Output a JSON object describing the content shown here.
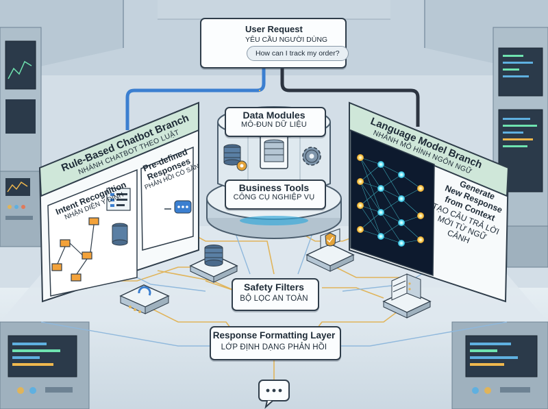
{
  "user_request": {
    "title": "User Request",
    "subtitle": "YÊU CẦU NGƯỜI DÙNG",
    "query": "How can I track my order?"
  },
  "rule_branch": {
    "title": "Rule-Based Chatbot Branch",
    "subtitle": "NHÁNH CHATBOT THEO LUẬT",
    "intent": {
      "title": "Intent Recognition",
      "subtitle": "NHẬN DIỆN Ý ĐỊNH"
    },
    "responses": {
      "line1": "Pre-defined",
      "line2": "Responses",
      "subtitle": "PHẢN HỒI CÓ SẴN"
    }
  },
  "data_modules": {
    "title": "Data Modules",
    "subtitle": "MÔ-ĐUN DỮ LIỆU"
  },
  "business_tools": {
    "title": "Business Tools",
    "subtitle": "CÔNG CỤ NGHIỆP VỤ"
  },
  "lm_branch": {
    "title": "Language Model Branch",
    "subtitle": "NHÁNH MÔ HÌNH NGÔN NGỮ",
    "generate": {
      "line1": "Generate",
      "line2": "New Response",
      "line3": "from Context",
      "sub1": "TẠO CÂU TRẢ LỜI",
      "sub2": "MỚI TỪ NGỮ CẢNH"
    }
  },
  "safety_filters": {
    "title": "Safety Filters",
    "subtitle": "BỘ LỌC AN TOÀN"
  },
  "formatting": {
    "title": "Response Formatting Layer",
    "subtitle": "LỚP ĐỊNH DẠNG PHẢN HỒI"
  },
  "colors": {
    "blue_flow": "#3b7fd0",
    "dark_flow": "#2c3440",
    "gold_flow": "#e0b45a",
    "glow": "#4fe3f0",
    "panel_green": "#cfe7d9",
    "lm_bg": "#0d1a2e"
  }
}
